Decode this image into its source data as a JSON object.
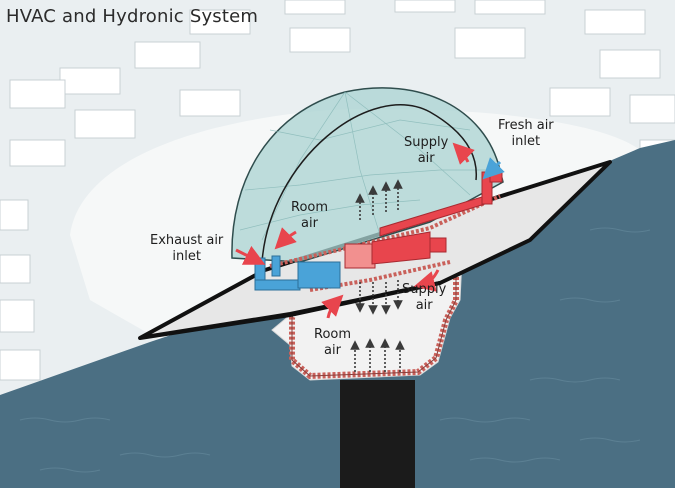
{
  "title": "HVAC and Hydronic System",
  "labels": {
    "supply_air_top": [
      "Supply",
      "air"
    ],
    "fresh_air_inlet": [
      "Fresh air",
      "inlet"
    ],
    "room_air_top": [
      "Room",
      "air"
    ],
    "exhaust_air_inlet": [
      "Exhaust air",
      "inlet"
    ],
    "supply_air_lower": [
      "Supply",
      "air"
    ],
    "room_air_lower": [
      "Room",
      "air"
    ]
  },
  "colors": {
    "supply_duct": "#e8454d",
    "exhaust_duct": "#4aa3d8",
    "hydronic_loop": "#c9605a",
    "water": "#4b6f83",
    "dome": "#a9d3d2",
    "shaft": "#1b1b1b"
  }
}
